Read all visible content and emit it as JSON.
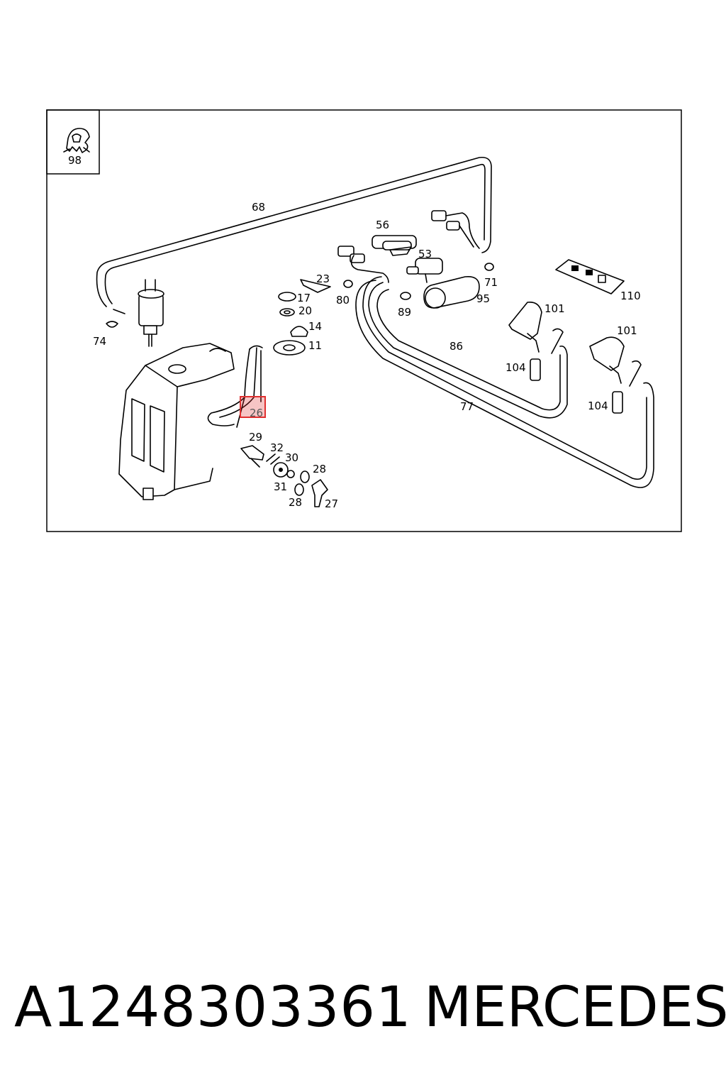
{
  "diagram": {
    "callouts": [
      "98",
      "68",
      "74",
      "56",
      "53",
      "23",
      "17",
      "20",
      "14",
      "11",
      "80",
      "89",
      "95",
      "71",
      "110",
      "101",
      "101",
      "104",
      "104",
      "86",
      "77",
      "26",
      "29",
      "32",
      "30",
      "28",
      "31",
      "28",
      "27"
    ],
    "highlight_color": "#e03030",
    "highlighted_callout": "26"
  },
  "footer": {
    "part_number": "A1248303361",
    "brand": "MERCEDES"
  }
}
